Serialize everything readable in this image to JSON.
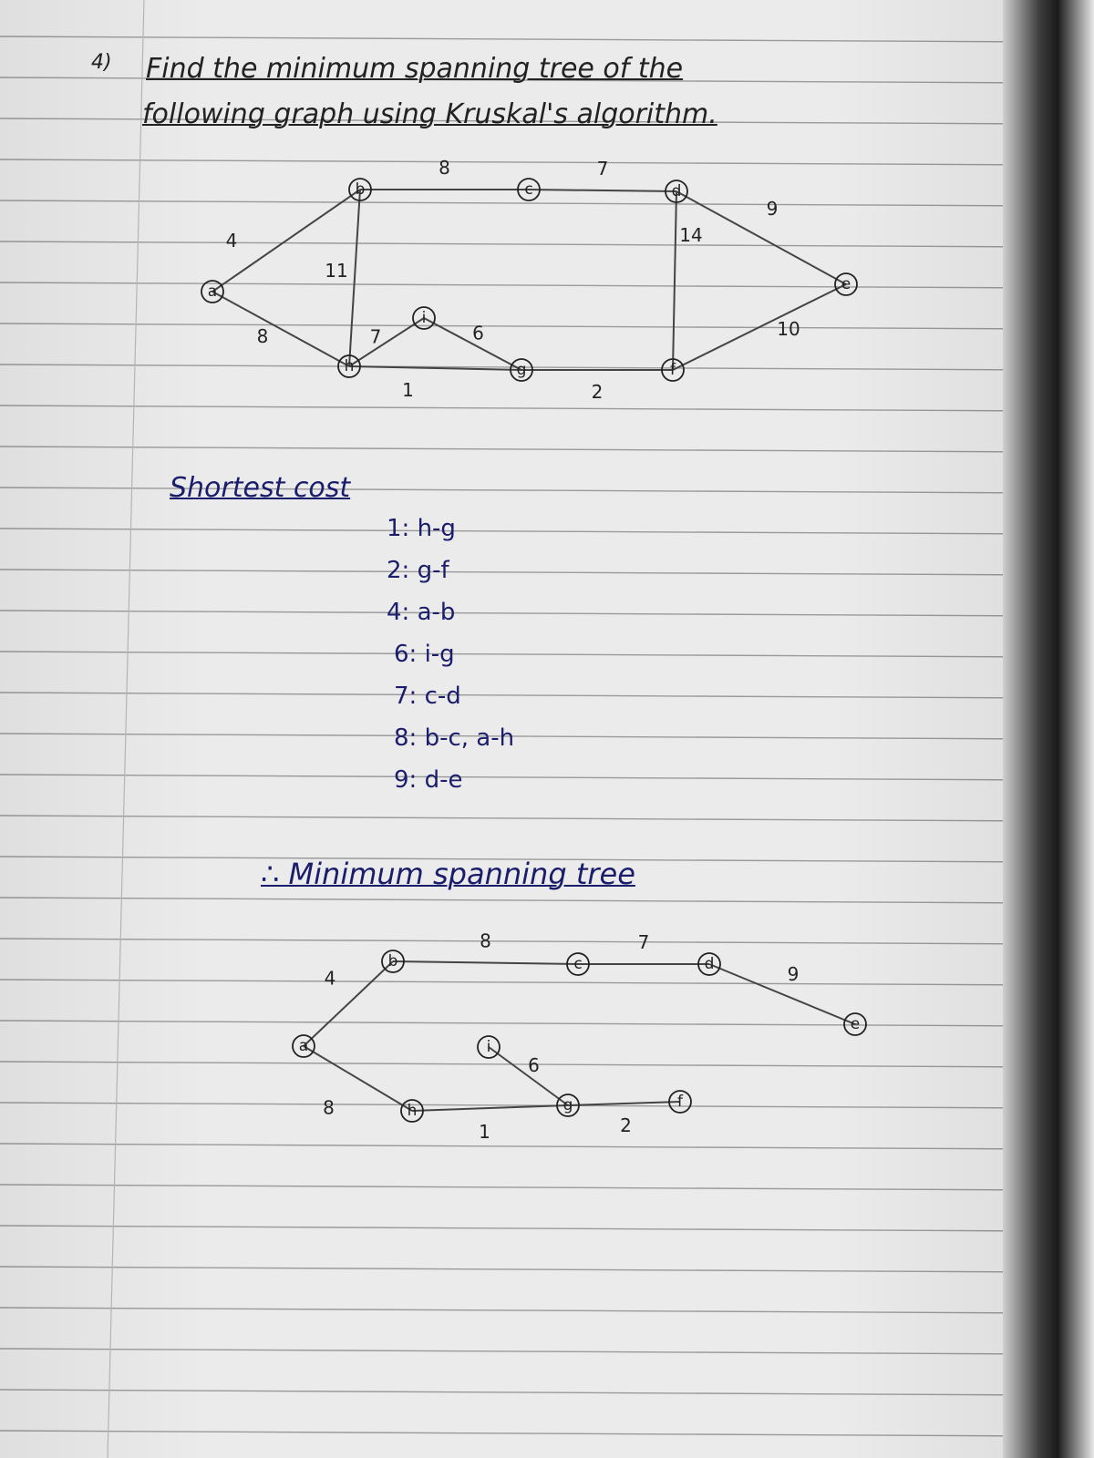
{
  "question": {
    "number": "4)",
    "line1": "Find the minimum spanning tree of the",
    "line2": "following graph using Kruskal's algorithm."
  },
  "graph": {
    "vertices": [
      {
        "id": "a",
        "label": "a"
      },
      {
        "id": "b",
        "label": "b"
      },
      {
        "id": "c",
        "label": "c"
      },
      {
        "id": "d",
        "label": "d"
      },
      {
        "id": "e",
        "label": "e"
      },
      {
        "id": "f",
        "label": "f"
      },
      {
        "id": "g",
        "label": "g"
      },
      {
        "id": "h",
        "label": "h"
      },
      {
        "id": "i",
        "label": "i"
      }
    ],
    "edges": [
      {
        "from": "a",
        "to": "b",
        "weight": "4"
      },
      {
        "from": "b",
        "to": "c",
        "weight": "8"
      },
      {
        "from": "c",
        "to": "d",
        "weight": "7"
      },
      {
        "from": "d",
        "to": "e",
        "weight": "9"
      },
      {
        "from": "a",
        "to": "h",
        "weight": "8"
      },
      {
        "from": "b",
        "to": "h",
        "weight": "11"
      },
      {
        "from": "h",
        "to": "i",
        "weight": "7"
      },
      {
        "from": "i",
        "to": "g",
        "weight": "6"
      },
      {
        "from": "h",
        "to": "g",
        "weight": "1"
      },
      {
        "from": "g",
        "to": "f",
        "weight": "2"
      },
      {
        "from": "d",
        "to": "f",
        "weight": "14"
      },
      {
        "from": "f",
        "to": "e",
        "weight": "10"
      }
    ]
  },
  "cost_heading": "Shortest cost",
  "cost_list": [
    "1: h-g",
    "2: g-f",
    "4: a-b",
    "6: i-g",
    "7: c-d",
    "8: b-c, a-h",
    "9: d-e"
  ],
  "mst_heading": "∴ Minimum spanning tree",
  "mst": {
    "vertices": [
      {
        "id": "a",
        "label": "a"
      },
      {
        "id": "b",
        "label": "b"
      },
      {
        "id": "c",
        "label": "c"
      },
      {
        "id": "d",
        "label": "d"
      },
      {
        "id": "e",
        "label": "e"
      },
      {
        "id": "f",
        "label": "f"
      },
      {
        "id": "g",
        "label": "g"
      },
      {
        "id": "h",
        "label": "h"
      },
      {
        "id": "i",
        "label": "i"
      }
    ],
    "edges": [
      {
        "from": "a",
        "to": "b",
        "weight": "4"
      },
      {
        "from": "b",
        "to": "c",
        "weight": "8"
      },
      {
        "from": "c",
        "to": "d",
        "weight": "7"
      },
      {
        "from": "d",
        "to": "e",
        "weight": "9"
      },
      {
        "from": "a",
        "to": "h",
        "weight": "8"
      },
      {
        "from": "i",
        "to": "g",
        "weight": "6"
      },
      {
        "from": "h",
        "to": "g",
        "weight": "1"
      },
      {
        "from": "g",
        "to": "f",
        "weight": "2"
      }
    ]
  },
  "colors": {
    "paper": "#ecebeb",
    "rule_line": "#9a9a9a",
    "blue_ink": "#1a1d6b",
    "pencil": "#222222"
  }
}
